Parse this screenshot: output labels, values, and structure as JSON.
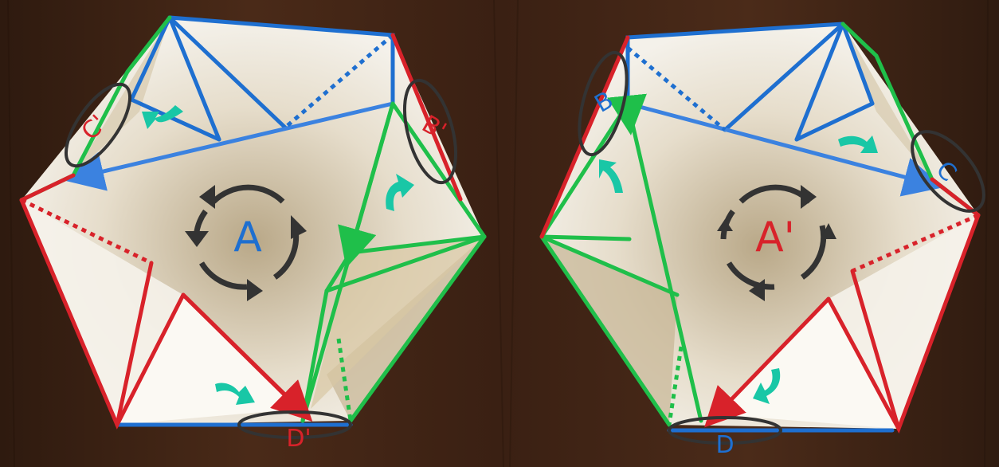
{
  "labels": {
    "left_main": "A",
    "left_top_left": "C'",
    "left_top_right": "B'",
    "left_bottom": "D'",
    "right_main": "A'",
    "right_top_left": "B",
    "right_top_right": "C",
    "right_bottom": "D"
  },
  "colors": {
    "background": "#3a2214",
    "paper": "#f2efe6",
    "paper_shadow": "#c7b899",
    "blue": "#1e6fd0",
    "red": "#d8222a",
    "green": "#1fbf4a",
    "teal": "#19c7a6",
    "dark": "#333333"
  },
  "icons": {
    "rotation": "rotation-circle-icon",
    "fold_arrow": "curved-arrow-icon"
  }
}
